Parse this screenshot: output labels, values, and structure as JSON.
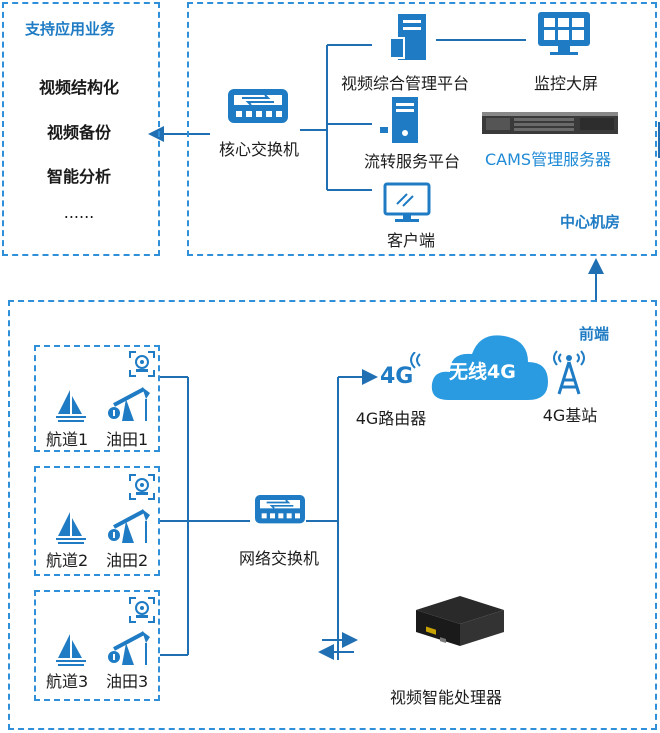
{
  "apps_panel": {
    "title": "支持应用业务",
    "items": [
      "视频结构化",
      "视频备份",
      "智能分析",
      "......"
    ]
  },
  "center": {
    "core_switch": "核心交换机",
    "video_platform": "视频综合管理平台",
    "monitor_screen": "监控大屏",
    "streaming_platform": "流转服务平台",
    "cams_server": "CAMS管理服务器",
    "client": "客户端",
    "room_label": "中心机房"
  },
  "front": {
    "label": "前端",
    "cloud": "无线4G",
    "router_badge": "4G",
    "router": "4G路由器",
    "base_station": "4G基站",
    "network_switch": "网络交换机",
    "processor": "视频智能处理器",
    "sites": [
      {
        "channel": "航道1",
        "oilfield": "油田1"
      },
      {
        "channel": "航道2",
        "oilfield": "油田2"
      },
      {
        "channel": "航道3",
        "oilfield": "油田3"
      }
    ]
  },
  "colors": {
    "dash": "#2f8fd8",
    "wire": "#1f6fb2",
    "icon": "#1f7cc4",
    "cloud": "#2a9be0",
    "title": "#1f7cc4"
  }
}
